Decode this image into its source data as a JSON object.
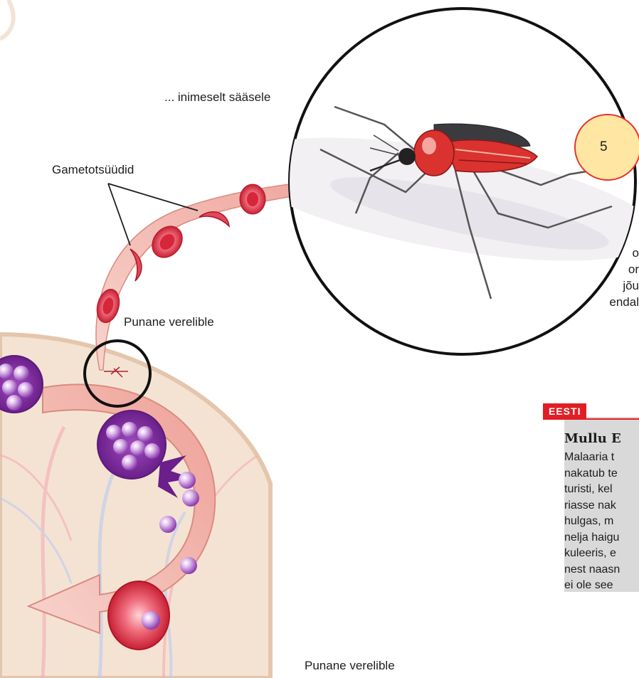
{
  "labels": {
    "human_to_mosquito": "... inimeselt sääsele",
    "gametocytes": "Gametotsüüdid",
    "red_blood_cell_top": "Punane verelible",
    "red_blood_cell_bottom": "Punane verelible"
  },
  "step_badge": "5",
  "clipped_text_lines": [
    "o",
    "or",
    "jõu",
    "endal"
  ],
  "sidebar": {
    "tag": "EESTI",
    "title": "Mullu E",
    "body_lines": [
      "Malaaria t",
      "nakatub te",
      "turisti, kel",
      "riasse nak",
      "hulgas, m",
      "nelja haigu",
      "kuleeris, e",
      "nest naasn",
      "ei ole see"
    ]
  },
  "colors": {
    "skin": "#f4e3d3",
    "rbc": "#d6263a",
    "arrow": "#f0b2a9",
    "badge": "#ffe7a3",
    "accent": "#e01e26",
    "merozoite": "#b46ad0"
  }
}
